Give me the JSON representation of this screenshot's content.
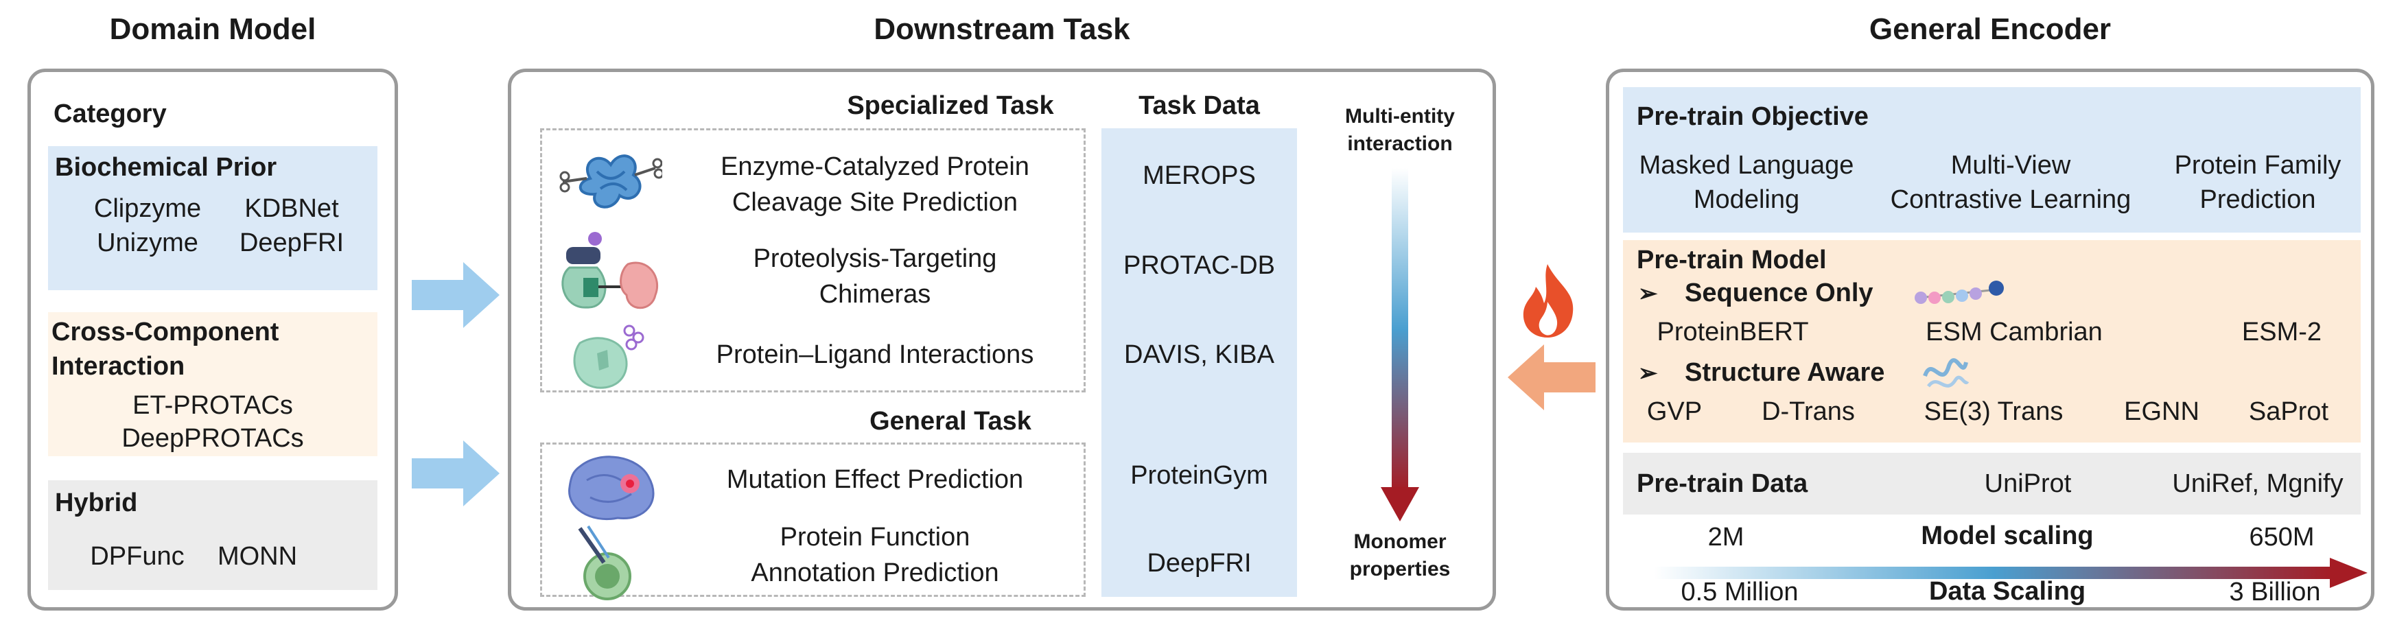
{
  "columns": {
    "left_title": "Domain Model",
    "middle_title": "Downstream Task",
    "right_title": "General Encoder"
  },
  "domain_model": {
    "category_label": "Category",
    "biochemical": {
      "title": "Biochemical Prior",
      "items": [
        "Clipzyme",
        "KDBNet",
        "Unizyme",
        "DeepFRI"
      ]
    },
    "cross": {
      "title_line1": "Cross-Component",
      "title_line2": "Interaction",
      "items": [
        "ET-PROTACs",
        "DeepPROTACs"
      ]
    },
    "hybrid": {
      "title": "Hybrid",
      "items": [
        "DPFunc",
        "MONN"
      ]
    }
  },
  "downstream": {
    "specialized_title": "Specialized Task",
    "general_title": "General Task",
    "task_data_title": "Task Data",
    "specialized_tasks": [
      {
        "line1": "Enzyme-Catalyzed Protein",
        "line2": "Cleavage Site Prediction",
        "data": "MEROPS"
      },
      {
        "line1": "Proteolysis-Targeting",
        "line2": "Chimeras",
        "data": "PROTAC-DB"
      },
      {
        "line1": "Protein–Ligand Interactions",
        "line2": "",
        "data": "DAVIS, KIBA"
      }
    ],
    "general_tasks": [
      {
        "line1": "Mutation Effect Prediction",
        "line2": "",
        "data": "ProteinGym"
      },
      {
        "line1": "Protein Function",
        "line2": "Annotation Prediction",
        "data": "DeepFRI"
      }
    ],
    "scale_top_line1": "Multi-entity",
    "scale_top_line2": "interaction",
    "scale_bottom_line1": "Monomer",
    "scale_bottom_line2": "properties"
  },
  "encoder": {
    "objective": {
      "title": "Pre-train Objective",
      "items": [
        {
          "line1": "Masked Language",
          "line2": "Modeling"
        },
        {
          "line1": "Multi-View",
          "line2": "Contrastive Learning"
        },
        {
          "line1": "Protein Family",
          "line2": "Prediction"
        }
      ]
    },
    "model": {
      "title": "Pre-train Model",
      "sequence_label": "Sequence Only",
      "sequence_items": [
        "ProteinBERT",
        "ESM Cambrian",
        "ESM-2"
      ],
      "structure_label": "Structure Aware",
      "structure_items": [
        "GVP",
        "D-Trans",
        "SE(3) Trans",
        "EGNN",
        "SaProt"
      ]
    },
    "data": {
      "title": "Pre-train Data",
      "items": [
        "UniProt",
        "UniRef, Mgnify"
      ],
      "model_scaling_label": "Model  scaling",
      "model_min": "2M",
      "model_max": "650M",
      "data_scaling_label": "Data  Scaling",
      "data_min": "0.5 Million",
      "data_max": "3 Billion"
    }
  },
  "colors": {
    "blue_fill": "#dbe9f7",
    "orange_fill": "#fdebd8",
    "gray_fill": "#ececec",
    "arrow_blue": "#9fcdee",
    "arrow_orange": "#f2a77e",
    "flame": "#e8502a",
    "scale_red": "#a51c24"
  }
}
